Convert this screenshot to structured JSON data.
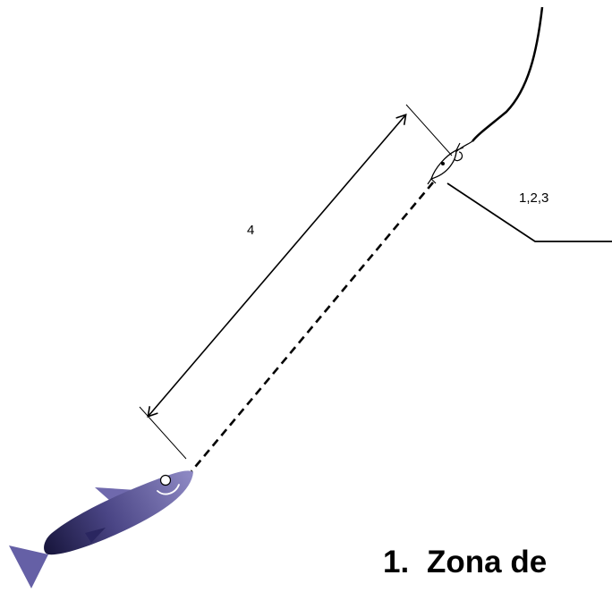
{
  "labels": {
    "distance": "4",
    "callout": "1,2,3"
  },
  "heading": {
    "number": "1.",
    "text": "Zona de"
  },
  "colors": {
    "line": "#000000",
    "fish_light": "#8c87c2",
    "fish_dark": "#16143a",
    "fin": "#6f69ad",
    "tail": "#6560a6"
  },
  "icons": {
    "bait_fish": "fish-icon",
    "hook": "hook-icon",
    "lure": "small-fish-icon"
  }
}
